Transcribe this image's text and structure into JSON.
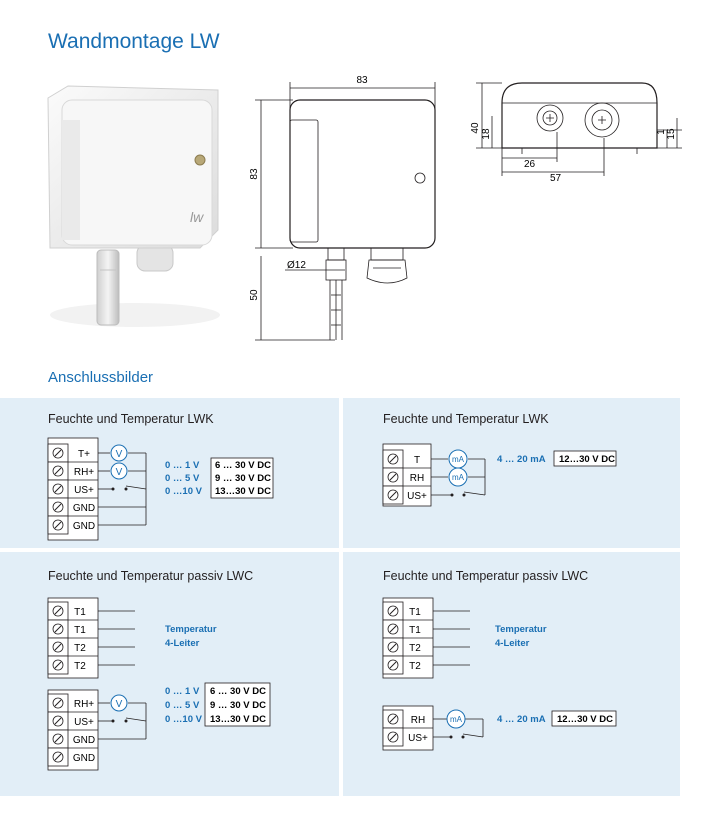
{
  "page": {
    "title": "Wandmontage LW",
    "section_title": "Anschlussbilder"
  },
  "dimensions": {
    "front_width": "83",
    "front_height": "83",
    "diameter": "Ø12",
    "probe_length": "50",
    "top_height": "40",
    "top_18": "18",
    "top_26": "26",
    "top_57": "57",
    "top_1": "1",
    "top_15": "15"
  },
  "panels": {
    "lwk_voltage": {
      "title": "Feuchte und Temperatur LWK",
      "terminals": [
        "T+",
        "RH+",
        "US+",
        "GND",
        "GND"
      ],
      "meter": "V",
      "ranges": [
        "0 … 1 V",
        "0 … 5 V",
        "0 …10 V"
      ],
      "supplies": [
        "6 … 30 V DC",
        "9 … 30 V DC",
        "13…30 V DC"
      ]
    },
    "lwk_current": {
      "title": "Feuchte und Temperatur LWK",
      "terminals": [
        "T",
        "RH",
        "US+"
      ],
      "meter": "mA",
      "range": "4 … 20 mA",
      "supply": "12…30 V DC"
    },
    "lwc_voltage": {
      "title": "Feuchte und Temperatur passiv LWC",
      "temp_terminals": [
        "T1",
        "T1",
        "T2",
        "T2"
      ],
      "temp_label_1": "Temperatur",
      "temp_label_2": "4-Leiter",
      "terminals": [
        "RH+",
        "US+",
        "GND",
        "GND"
      ],
      "meter": "V",
      "ranges": [
        "0 … 1 V",
        "0 … 5 V",
        "0 …10 V"
      ],
      "supplies": [
        "6 … 30 V DC",
        "9 … 30 V DC",
        "13…30 V DC"
      ]
    },
    "lwc_current": {
      "title": "Feuchte und Temperatur passiv LWC",
      "temp_terminals": [
        "T1",
        "T1",
        "T2",
        "T2"
      ],
      "temp_label_1": "Temperatur",
      "temp_label_2": "4-Leiter",
      "terminals": [
        "RH",
        "US+"
      ],
      "meter": "mA",
      "range": "4 … 20 mA",
      "supply": "12…30 V DC"
    }
  }
}
